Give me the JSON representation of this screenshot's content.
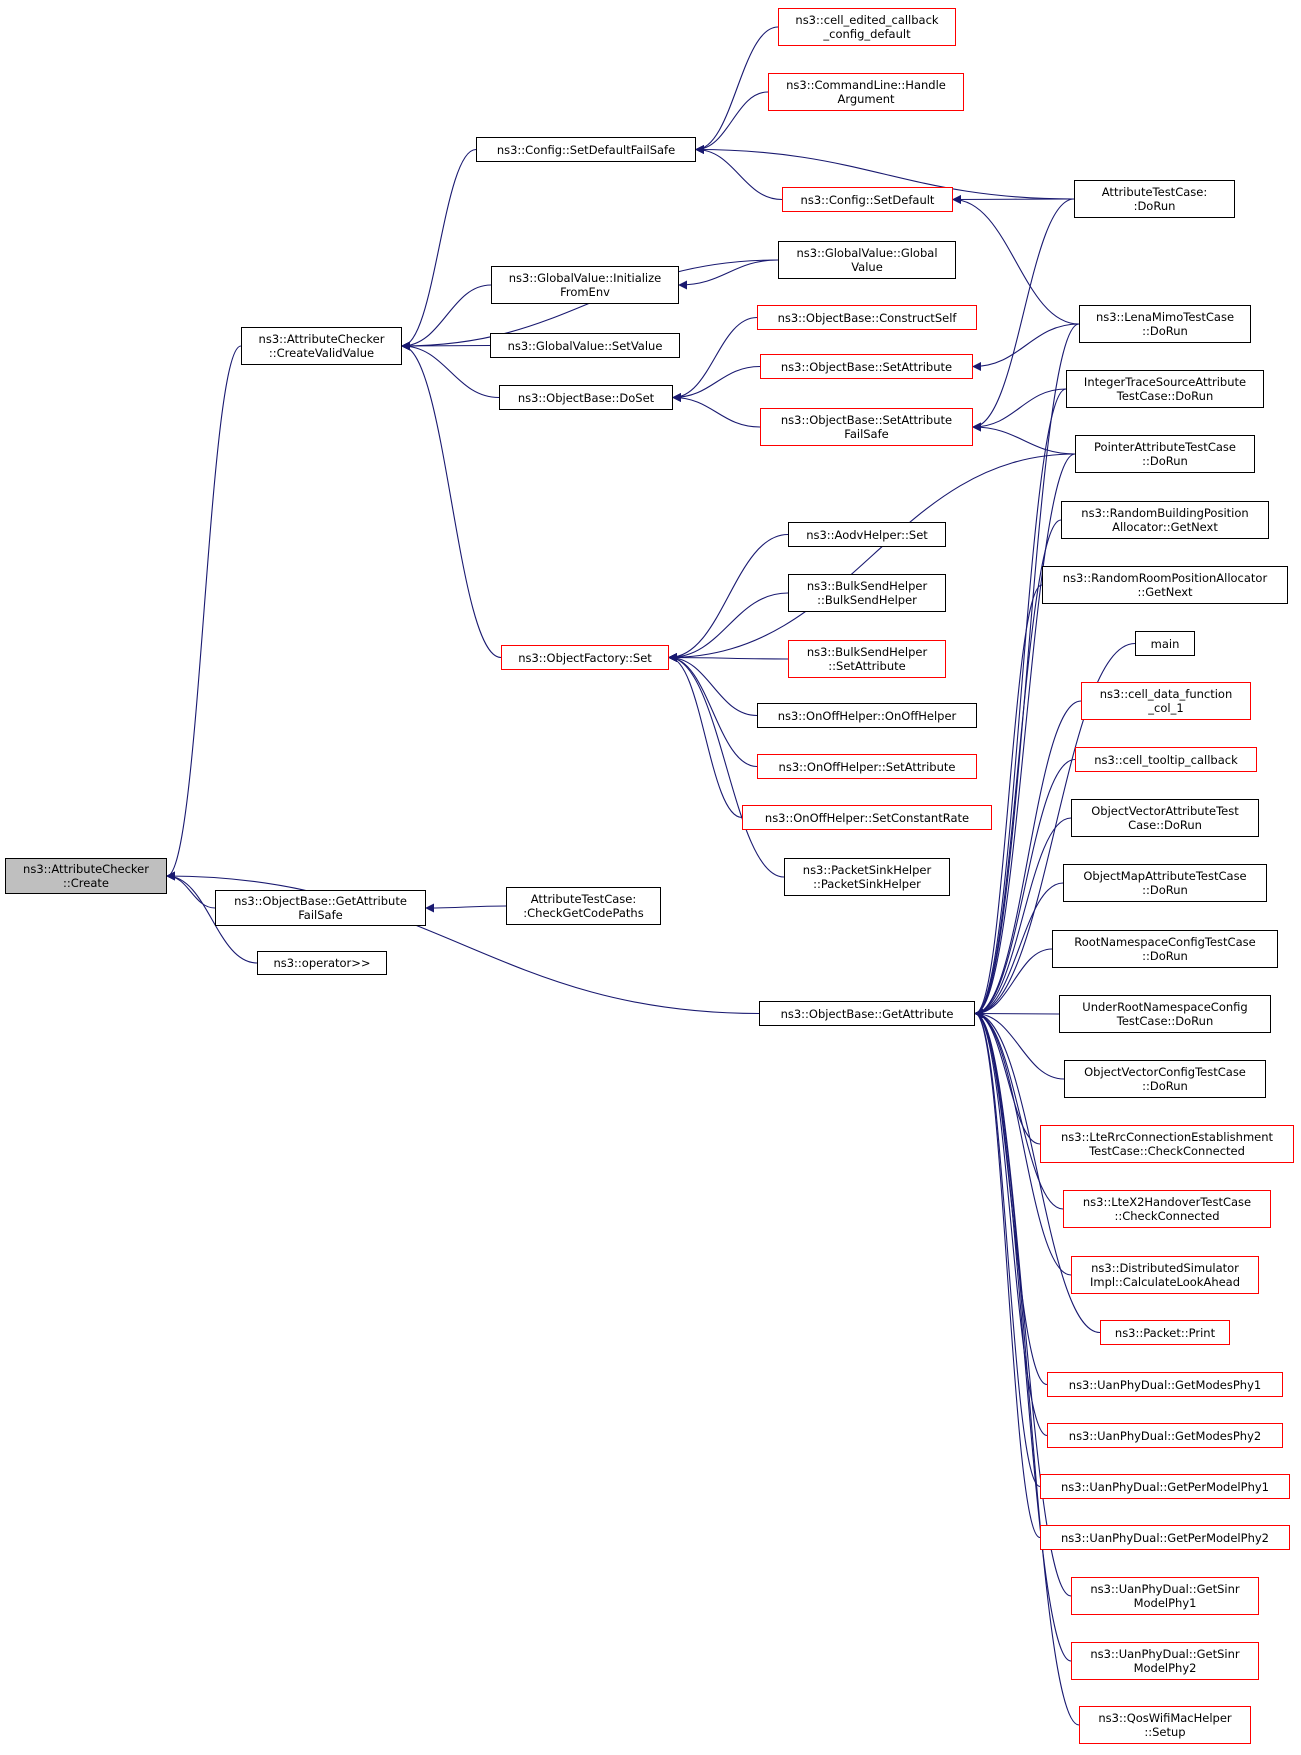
{
  "graph": {
    "colors": {
      "edge": "#191970",
      "node_border": "#000000",
      "undocumented_border": "#ff0000",
      "focus_fill": "#bfbfbf"
    },
    "nodes": [
      {
        "id": "create",
        "label": "ns3::AttributeChecker\n::Create",
        "focus": true
      },
      {
        "id": "cvv",
        "label": "ns3::AttributeChecker\n::CreateValidValue"
      },
      {
        "id": "gafs",
        "label": "ns3::ObjectBase::GetAttribute\nFailSafe"
      },
      {
        "id": "op",
        "label": "ns3::operator>>"
      },
      {
        "id": "sdfs",
        "label": "ns3::Config::SetDefaultFailSafe"
      },
      {
        "id": "gvinit",
        "label": "ns3::GlobalValue::Initialize\nFromEnv"
      },
      {
        "id": "gvset",
        "label": "ns3::GlobalValue::SetValue"
      },
      {
        "id": "doset",
        "label": "ns3::ObjectBase::DoSet"
      },
      {
        "id": "ofset",
        "label": "ns3::ObjectFactory::Set",
        "red": true
      },
      {
        "id": "tccg",
        "label": "AttributeTestCase:\n:CheckGetCodePaths"
      },
      {
        "id": "ceccd",
        "label": "ns3::cell_edited_callback\n_config_default",
        "red": true
      },
      {
        "id": "clha",
        "label": "ns3::CommandLine::Handle\nArgument",
        "red": true
      },
      {
        "id": "csd",
        "label": "ns3::Config::SetDefault",
        "red": true
      },
      {
        "id": "gvgv",
        "label": "ns3::GlobalValue::Global\nValue"
      },
      {
        "id": "obcs",
        "label": "ns3::ObjectBase::ConstructSelf",
        "red": true
      },
      {
        "id": "obsa",
        "label": "ns3::ObjectBase::SetAttribute",
        "red": true
      },
      {
        "id": "obsafs",
        "label": "ns3::ObjectBase::SetAttribute\nFailSafe",
        "red": true
      },
      {
        "id": "aodv",
        "label": "ns3::AodvHelper::Set"
      },
      {
        "id": "bsh",
        "label": "ns3::BulkSendHelper\n::BulkSendHelper"
      },
      {
        "id": "bssa",
        "label": "ns3::BulkSendHelper\n::SetAttribute",
        "red": true
      },
      {
        "id": "onoff",
        "label": "ns3::OnOffHelper::OnOffHelper"
      },
      {
        "id": "onoffsa",
        "label": "ns3::OnOffHelper::SetAttribute",
        "red": true
      },
      {
        "id": "onoffscr",
        "label": "ns3::OnOffHelper::SetConstantRate",
        "red": true
      },
      {
        "id": "psh",
        "label": "ns3::PacketSinkHelper\n::PacketSinkHelper"
      },
      {
        "id": "obga",
        "label": "ns3::ObjectBase::GetAttribute"
      },
      {
        "id": "atcdr",
        "label": "AttributeTestCase:\n:DoRun"
      },
      {
        "id": "lena",
        "label": "ns3::LenaMimoTestCase\n::DoRun"
      },
      {
        "id": "itsa",
        "label": "IntegerTraceSourceAttribute\nTestCase::DoRun"
      },
      {
        "id": "ptr",
        "label": "PointerAttributeTestCase\n::DoRun"
      },
      {
        "id": "rbpa",
        "label": "ns3::RandomBuildingPosition\nAllocator::GetNext"
      },
      {
        "id": "rrpa",
        "label": "ns3::RandomRoomPositionAllocator\n::GetNext"
      },
      {
        "id": "main",
        "label": "main"
      },
      {
        "id": "cdfc",
        "label": "ns3::cell_data_function\n_col_1",
        "red": true
      },
      {
        "id": "ctc",
        "label": "ns3::cell_tooltip_callback",
        "red": true
      },
      {
        "id": "ova",
        "label": "ObjectVectorAttributeTest\nCase::DoRun"
      },
      {
        "id": "oma",
        "label": "ObjectMapAttributeTestCase\n::DoRun"
      },
      {
        "id": "rnc",
        "label": "RootNamespaceConfigTestCase\n::DoRun"
      },
      {
        "id": "urnc",
        "label": "UnderRootNamespaceConfig\nTestCase::DoRun"
      },
      {
        "id": "ovc",
        "label": "ObjectVectorConfigTestCase\n::DoRun"
      },
      {
        "id": "lterrc",
        "label": "ns3::LteRrcConnectionEstablishment\nTestCase::CheckConnected",
        "red": true
      },
      {
        "id": "ltex2",
        "label": "ns3::LteX2HandoverTestCase\n::CheckConnected",
        "red": true
      },
      {
        "id": "dsi",
        "label": "ns3::DistributedSimulator\nImpl::CalculateLookAhead",
        "red": true
      },
      {
        "id": "pkt",
        "label": "ns3::Packet::Print",
        "red": true
      },
      {
        "id": "gmp1",
        "label": "ns3::UanPhyDual::GetModesPhy1",
        "red": true
      },
      {
        "id": "gmp2",
        "label": "ns3::UanPhyDual::GetModesPhy2",
        "red": true
      },
      {
        "id": "gpm1",
        "label": "ns3::UanPhyDual::GetPerModelPhy1",
        "red": true
      },
      {
        "id": "gpm2",
        "label": "ns3::UanPhyDual::GetPerModelPhy2",
        "red": true
      },
      {
        "id": "gsm1",
        "label": "ns3::UanPhyDual::GetSinr\nModelPhy1",
        "red": true
      },
      {
        "id": "gsm2",
        "label": "ns3::UanPhyDual::GetSinr\nModelPhy2",
        "red": true
      },
      {
        "id": "qos",
        "label": "ns3::QosWifiMacHelper\n::Setup",
        "red": true
      }
    ],
    "edges": [
      [
        "cvv",
        "create"
      ],
      [
        "gafs",
        "create"
      ],
      [
        "op",
        "create"
      ],
      [
        "obga",
        "create"
      ],
      [
        "sdfs",
        "cvv"
      ],
      [
        "gvgv",
        "cvv"
      ],
      [
        "gvinit",
        "cvv"
      ],
      [
        "gvset",
        "cvv"
      ],
      [
        "doset",
        "cvv"
      ],
      [
        "ofset",
        "cvv"
      ],
      [
        "tccg",
        "gafs"
      ],
      [
        "ceccd",
        "sdfs"
      ],
      [
        "clha",
        "sdfs"
      ],
      [
        "csd",
        "sdfs"
      ],
      [
        "atcdr",
        "sdfs"
      ],
      [
        "gvgv",
        "gvinit"
      ],
      [
        "obcs",
        "doset"
      ],
      [
        "obsa",
        "doset"
      ],
      [
        "obsafs",
        "doset"
      ],
      [
        "aodv",
        "ofset"
      ],
      [
        "bsh",
        "ofset"
      ],
      [
        "bssa",
        "ofset"
      ],
      [
        "onoff",
        "ofset"
      ],
      [
        "onoffsa",
        "ofset"
      ],
      [
        "onoffscr",
        "ofset"
      ],
      [
        "psh",
        "ofset"
      ],
      [
        "ptr",
        "ofset"
      ],
      [
        "atcdr",
        "csd"
      ],
      [
        "lena",
        "csd"
      ],
      [
        "lena",
        "obsa"
      ],
      [
        "atcdr",
        "obsafs"
      ],
      [
        "itsa",
        "obsafs"
      ],
      [
        "ptr",
        "obsafs"
      ],
      [
        "lena",
        "obga"
      ],
      [
        "itsa",
        "obga"
      ],
      [
        "ptr",
        "obga"
      ],
      [
        "rbpa",
        "obga"
      ],
      [
        "rrpa",
        "obga"
      ],
      [
        "main",
        "obga"
      ],
      [
        "cdfc",
        "obga"
      ],
      [
        "ctc",
        "obga"
      ],
      [
        "ova",
        "obga"
      ],
      [
        "oma",
        "obga"
      ],
      [
        "rnc",
        "obga"
      ],
      [
        "urnc",
        "obga"
      ],
      [
        "ovc",
        "obga"
      ],
      [
        "lterrc",
        "obga"
      ],
      [
        "ltex2",
        "obga"
      ],
      [
        "dsi",
        "obga"
      ],
      [
        "pkt",
        "obga"
      ],
      [
        "gmp1",
        "obga"
      ],
      [
        "gmp2",
        "obga"
      ],
      [
        "gpm1",
        "obga"
      ],
      [
        "gpm2",
        "obga"
      ],
      [
        "gsm1",
        "obga"
      ],
      [
        "gsm2",
        "obga"
      ],
      [
        "qos",
        "obga"
      ]
    ]
  }
}
